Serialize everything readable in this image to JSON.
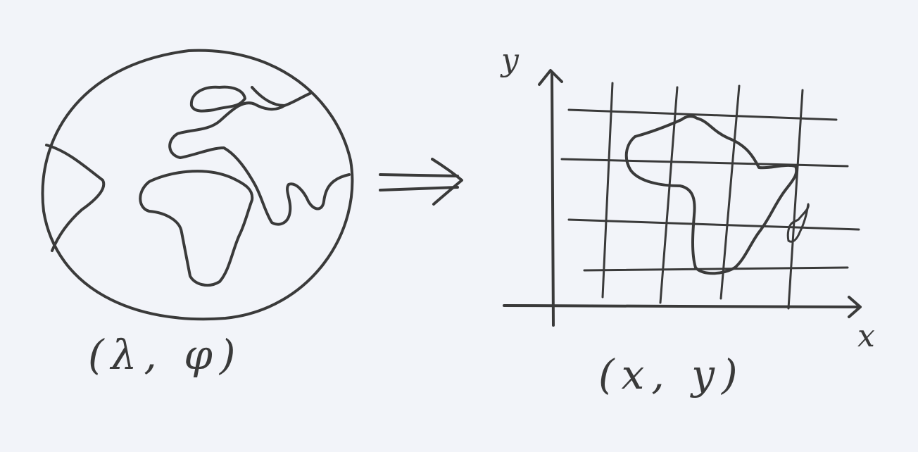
{
  "labels": {
    "globe_coords": "(λ, φ)",
    "plane_coords": "(x, y)",
    "x_axis": "x",
    "y_axis": "y"
  },
  "colors": {
    "ink": "#3a3a3a",
    "paper": "#f2f4f9"
  }
}
